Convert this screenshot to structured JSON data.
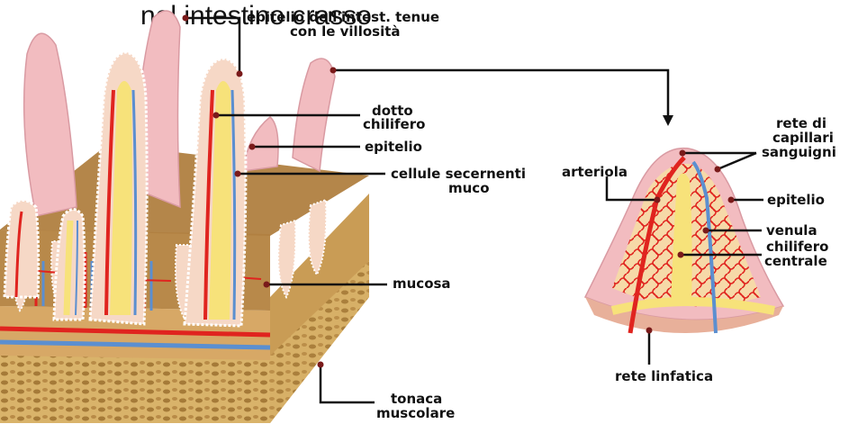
{
  "title": "nel intestino crasso",
  "labels": {
    "epitelio_tenue_1": "epitelio dell'intest. tenue",
    "epitelio_tenue_2": "con le villosità",
    "dotto_1": "dotto",
    "dotto_2": "chilifero",
    "epitelio_left": "epitelio",
    "cellule_1": "cellule secernenti",
    "cellule_2": "muco",
    "mucosa": "mucosa",
    "tonaca_1": "tonaca",
    "tonaca_2": "muscolare",
    "arteriola": "arteriola",
    "rete_cap_1": "rete di",
    "rete_cap_2": "capillari",
    "rete_cap_3": "sanguigni",
    "epitelio_right": "epitelio",
    "venula": "venula",
    "chilifero_1": "chilifero",
    "chilifero_2": "centrale",
    "rete_linfatica": "rete linfatica"
  },
  "colors": {
    "villus": "#f2bcc0",
    "villus_edge": "#d99aa2",
    "mucosa": "#b8894a",
    "muscle": "#d9b36a",
    "artery": "#e0241f",
    "vein": "#5b8fd0",
    "lymph": "#f7e27a",
    "leader": "#111111",
    "dot": "#7a1a1a"
  }
}
